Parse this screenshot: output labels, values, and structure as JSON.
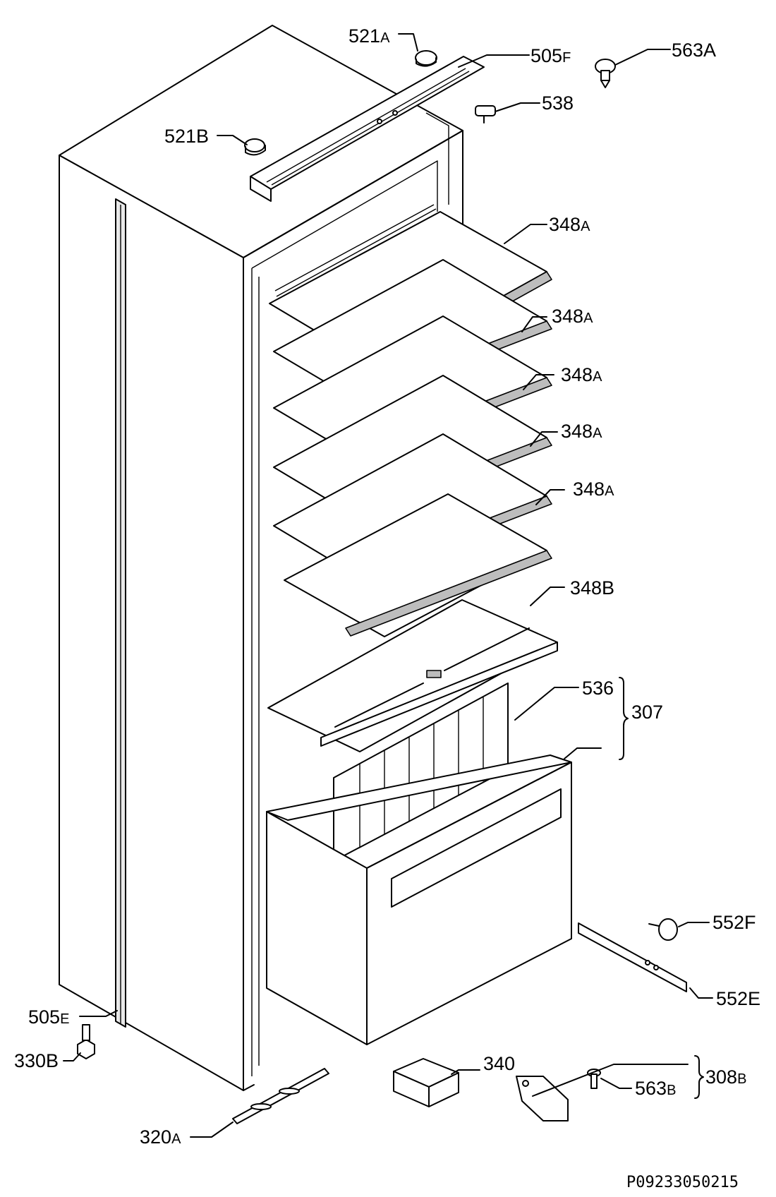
{
  "diagram": {
    "drawing_code": "P09233050215",
    "parts": [
      {
        "key": "p521A",
        "num": "521",
        "suffix": "A"
      },
      {
        "key": "p505F",
        "num": "505",
        "suffix": "F"
      },
      {
        "key": "p563A",
        "num": "563A",
        "suffix": ""
      },
      {
        "key": "p538",
        "num": "538",
        "suffix": ""
      },
      {
        "key": "p521B",
        "num": "521B",
        "suffix": ""
      },
      {
        "key": "p348A_1",
        "num": "348",
        "suffix": "A"
      },
      {
        "key": "p348A_2",
        "num": "348",
        "suffix": "A"
      },
      {
        "key": "p348A_3",
        "num": "348",
        "suffix": "A"
      },
      {
        "key": "p348A_4",
        "num": "348",
        "suffix": "A"
      },
      {
        "key": "p348A_5",
        "num": "348",
        "suffix": "A"
      },
      {
        "key": "p348B",
        "num": "348B",
        "suffix": ""
      },
      {
        "key": "p536",
        "num": "536",
        "suffix": ""
      },
      {
        "key": "p307",
        "num": "307",
        "suffix": ""
      },
      {
        "key": "p552F",
        "num": "552F",
        "suffix": ""
      },
      {
        "key": "p552E",
        "num": "552E",
        "suffix": ""
      },
      {
        "key": "p505E",
        "num": "505",
        "suffix": "E"
      },
      {
        "key": "p330B",
        "num": "330B",
        "suffix": ""
      },
      {
        "key": "p340",
        "num": "340",
        "suffix": ""
      },
      {
        "key": "p308B",
        "num": "308",
        "suffix": "B"
      },
      {
        "key": "p563B",
        "num": "563",
        "suffix": "B"
      },
      {
        "key": "p320A",
        "num": "320",
        "suffix": "A"
      }
    ]
  }
}
